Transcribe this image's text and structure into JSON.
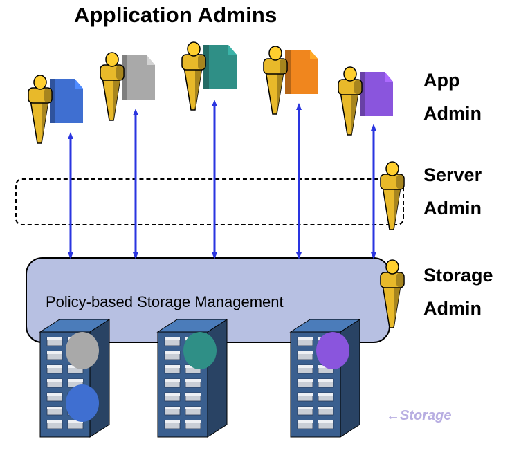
{
  "title": "Application Admins",
  "roles": {
    "app_admin": [
      "App",
      "Admin"
    ],
    "server_admin": [
      "Server",
      "Admin"
    ],
    "storage_admin": [
      "Storage",
      "Admin"
    ]
  },
  "policy_label": "Policy-based Storage Management",
  "storage_label": "Storage",
  "app_doc_colors": [
    "#3f6fd1",
    "#a9a9a9",
    "#2f8f86",
    "#f0861e",
    "#8a55dd"
  ],
  "storage_disk_colors": [
    [
      "#a9a9a9",
      "#3f6fd1"
    ],
    [
      "#2f8f86"
    ],
    [
      "#8a55dd"
    ]
  ],
  "colors": {
    "arrow": "#2a35e0",
    "person": "#e8b92a",
    "rack": "#3a5f8f"
  }
}
